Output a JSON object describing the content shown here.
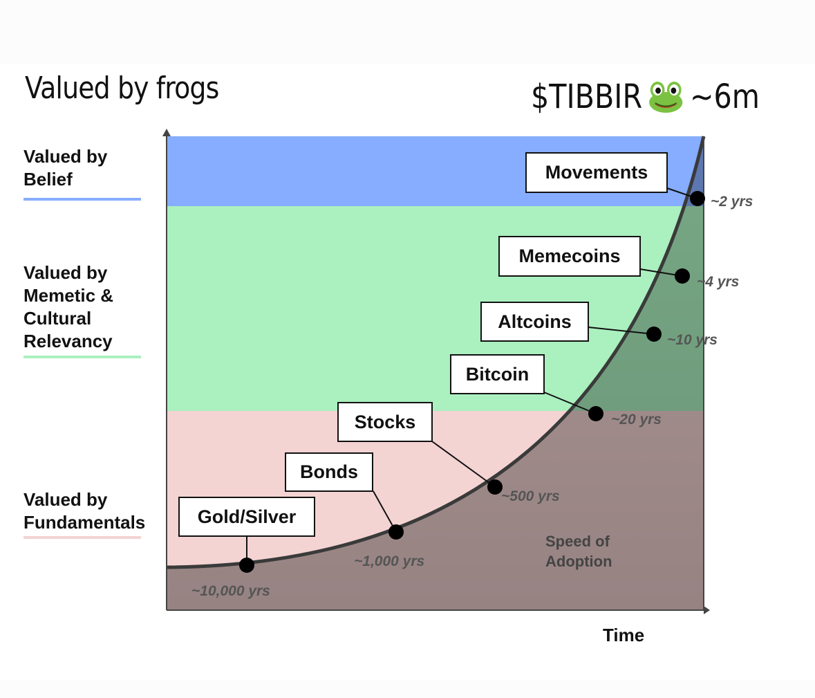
{
  "title": "Valued by frogs",
  "ticker": {
    "text": "$TIBBIR",
    "suffix": "~6m",
    "icon": "frog-icon"
  },
  "zones": [
    {
      "name": "belief",
      "label_lines": [
        "Valued by",
        "Belief"
      ],
      "color": "#86adff"
    },
    {
      "name": "memetic",
      "label_lines": [
        "Valued by",
        "Memetic &",
        "Cultural",
        "Relevancy"
      ],
      "color": "#abf0bf"
    },
    {
      "name": "fundamentals",
      "label_lines": [
        "Valued by",
        "Fundamentals"
      ],
      "color": "#f4d3d3"
    }
  ],
  "area_under_curve_label_lines": [
    "Speed of",
    "Adoption"
  ],
  "x_axis_label": "Time",
  "assets": [
    {
      "name": "Gold/Silver",
      "duration": "~10,000 yrs"
    },
    {
      "name": "Bonds",
      "duration": "~1,000 yrs"
    },
    {
      "name": "Stocks",
      "duration": "~500 yrs"
    },
    {
      "name": "Bitcoin",
      "duration": "~20 yrs"
    },
    {
      "name": "Altcoins",
      "duration": "~10 yrs"
    },
    {
      "name": "Memecoins",
      "duration": "~4 yrs"
    },
    {
      "name": "Movements",
      "duration": "~2 yrs"
    }
  ]
}
